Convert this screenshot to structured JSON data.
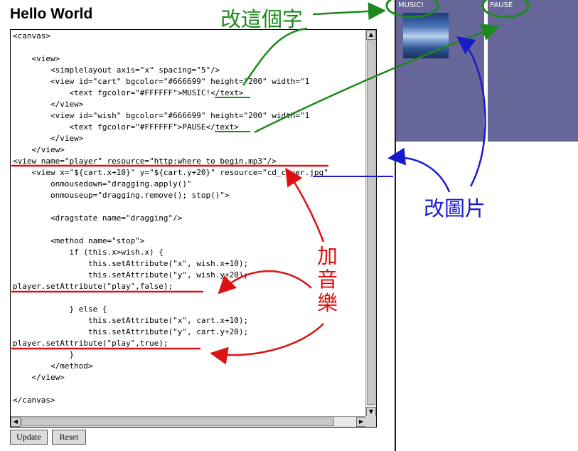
{
  "app": {
    "title": "Hello World"
  },
  "code_lines": [
    "<canvas>",
    "",
    "    <view>",
    "        <simplelayout axis=\"x\" spacing=\"5\"/>",
    "        <view id=\"cart\" bgcolor=\"#666699\" height=\"200\" width=\"1",
    "            <text fgcolor=\"#FFFFFF\">MUSIC!</text>",
    "        </view>",
    "        <view id=\"wish\" bgcolor=\"#666699\" height=\"200\" width=\"1",
    "            <text fgcolor=\"#FFFFFF\">PAUSE</text>",
    "        </view>",
    "    </view>",
    "<view name=\"player\" resource=\"http:where_to_begin.mp3\"/>",
    "    <view x=\"${cart.x+10}\" y=\"${cart.y+20}\" resource=\"cd_cover.jpg\"",
    "        onmousedown=\"dragging.apply()\"",
    "        onmouseup=\"dragging.remove(); stop()\">",
    "",
    "        <dragstate name=\"dragging\"/>",
    "",
    "        <method name=\"stop\">",
    "            if (this.x>wish.x) {",
    "                this.setAttribute(\"x\", wish.x+10);",
    "                this.setAttribute(\"y\", wish.y+20);",
    "player.setAttribute(\"play\",false);",
    "",
    "            } else {",
    "                this.setAttribute(\"x\", cart.x+10);",
    "                this.setAttribute(\"y\", cart.y+20);",
    "player.setAttribute(\"play\",true);",
    "            }",
    "        </method>",
    "    </view>",
    "",
    "</canvas>"
  ],
  "buttons": {
    "update": "Update",
    "reset": "Reset"
  },
  "preview": {
    "cart_label": "MUSIC!",
    "wish_label": "PAUSE",
    "view_bgcolor": "#666699",
    "label_color": "#FFFFFF"
  },
  "annotations": {
    "change_text": "改這個字",
    "change_image": "改圖片",
    "add_music": [
      "加",
      "音",
      "樂"
    ]
  },
  "colors": {
    "green_annotation": "#1a8a1a",
    "blue_annotation": "#1a1acc",
    "red_annotation": "#dd1111"
  },
  "icons": {
    "scroll_up": "▲",
    "scroll_down": "▼",
    "scroll_left": "◀",
    "scroll_right": "▶"
  }
}
